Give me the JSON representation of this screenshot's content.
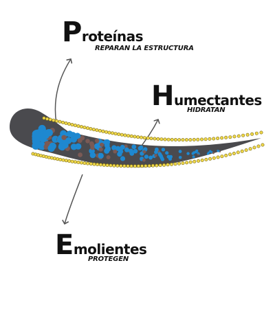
{
  "labels": {
    "proteinas": {
      "initial": "P",
      "rest": "roteínas",
      "subtitle": "REPARAN LA ESTRUCTURA"
    },
    "humectantes": {
      "initial": "H",
      "rest": "umectantes",
      "subtitle": "HIDRATAN"
    },
    "emolientes": {
      "initial": "E",
      "rest": "molientes",
      "subtitle": "PROTEGEN"
    }
  },
  "colors": {
    "hair": "#4a4a4e",
    "protein": "#1e88d0",
    "humectant": "#7a5a55",
    "emollient": "#f0d84a",
    "emollient_outline": "#7a6a10",
    "arrow": "#555555",
    "text": "#111111"
  }
}
